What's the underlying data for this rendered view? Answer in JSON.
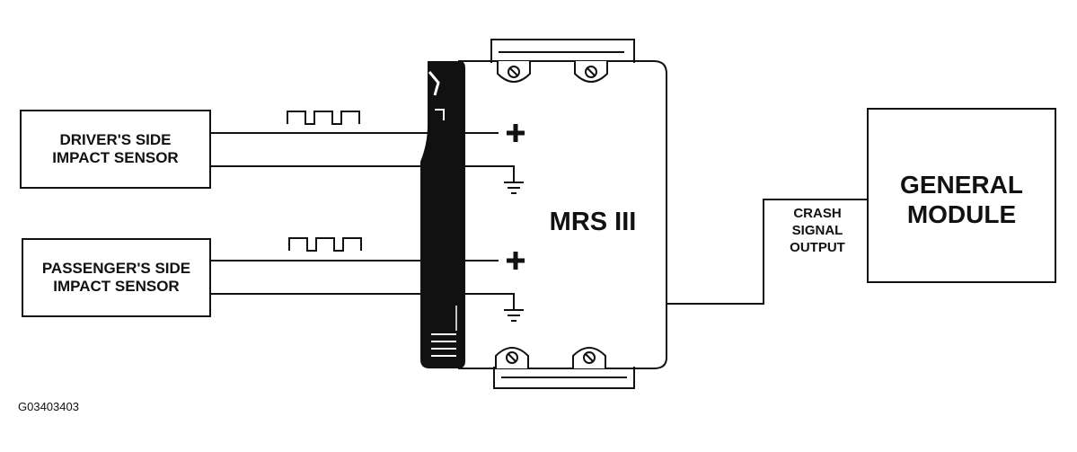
{
  "sensors": {
    "driver": {
      "line1": "DRIVER'S SIDE",
      "line2": "IMPACT SENSOR"
    },
    "passenger": {
      "line1": "PASSENGER'S SIDE",
      "line2": "IMPACT SENSOR"
    }
  },
  "module_label": "MRS III",
  "crash_signal": {
    "line1": "CRASH",
    "line2": "SIGNAL",
    "line3": "OUTPUT"
  },
  "general_module": {
    "line1": "GENERAL",
    "line2": "MODULE"
  },
  "figure_id": "G03403403",
  "terminals": {
    "positive_symbol": "+"
  }
}
